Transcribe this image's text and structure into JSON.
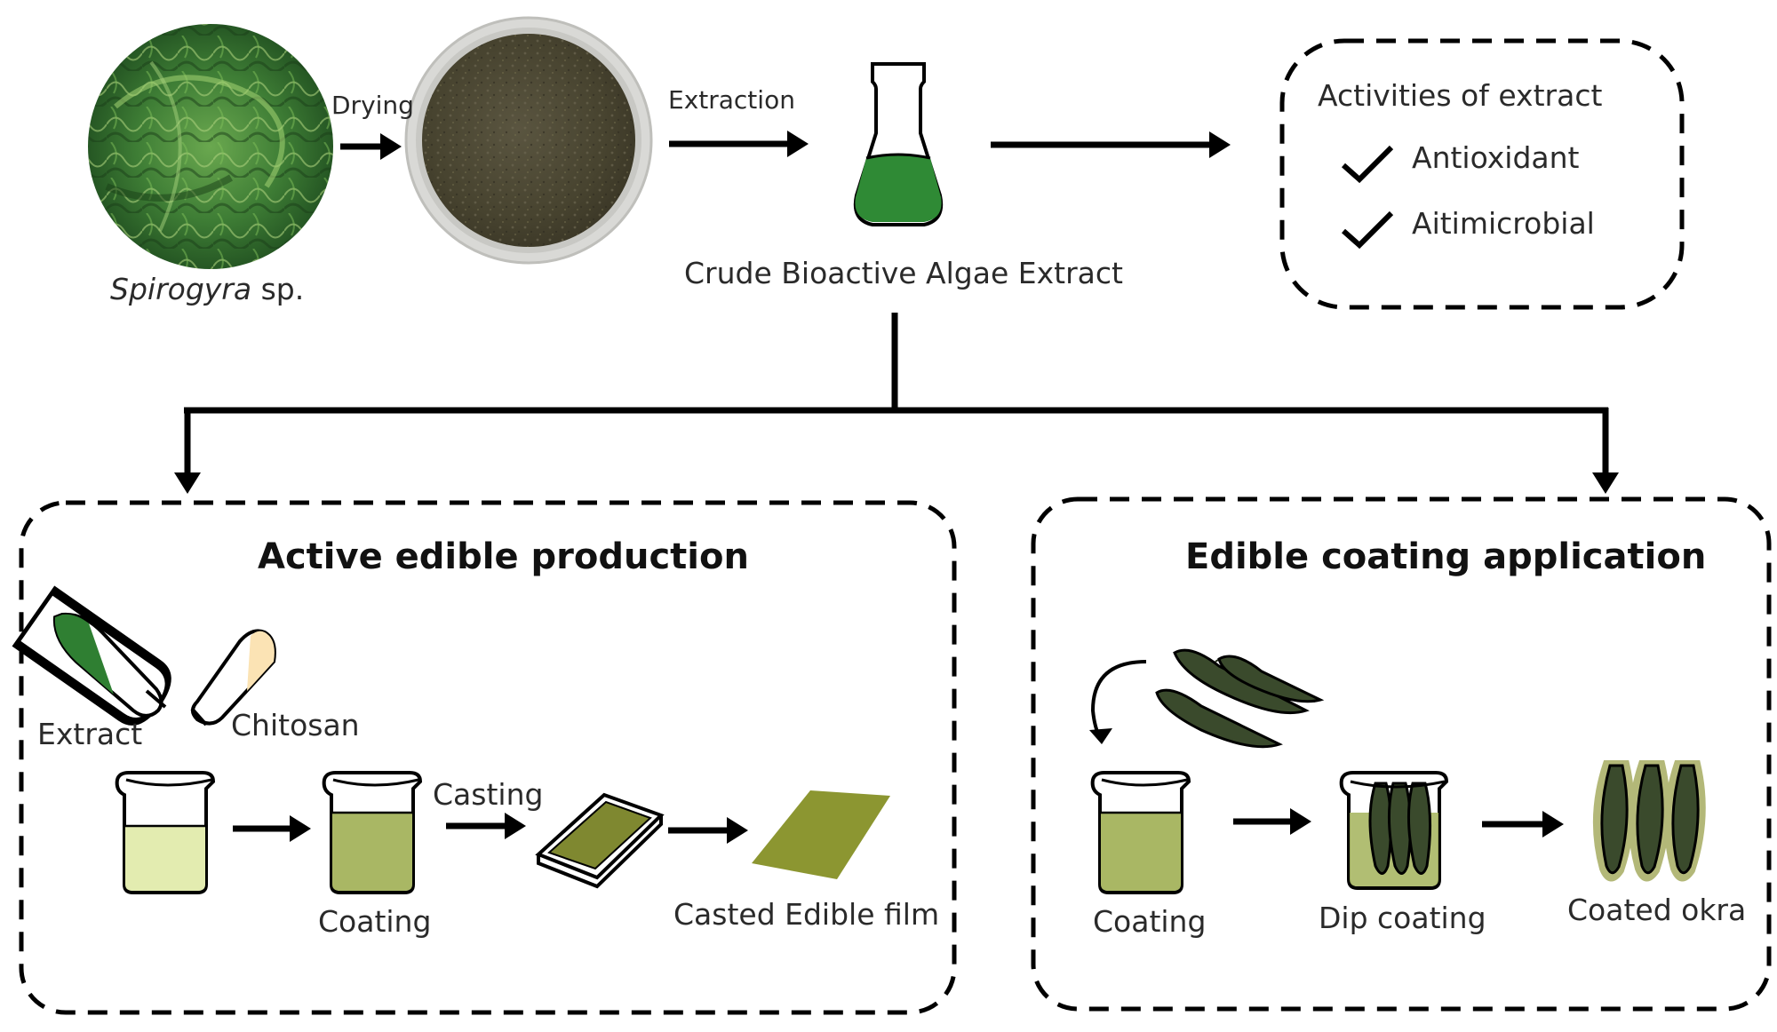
{
  "top": {
    "source_genus": "Spirogyra",
    "source_suffix": " sp.",
    "drying_label": "Drying",
    "extraction_label": "Extraction",
    "extract_name": "Crude Bioactive Algae Extract"
  },
  "activities": {
    "title": "Activities of extract",
    "items": [
      "Antioxidant",
      "Aitimicrobial"
    ]
  },
  "production": {
    "title": "Active edible production",
    "extract_label": "Extract",
    "chitosan_label": "Chitosan",
    "coating_label": "Coating",
    "casting_label": "Casting",
    "film_label": "Casted Edible film"
  },
  "application": {
    "title": "Edible coating application",
    "coating_label": "Coating",
    "dip_label": "Dip coating",
    "result_label": "Coated okra"
  },
  "colors": {
    "algae_green": "#2f7f32",
    "powder_brown": "#4a4634",
    "solution_yellow": "#e3ecb0",
    "coating_green": "#a9b764",
    "film_olive": "#8c9631",
    "okra_dark": "#3a4a2c",
    "chitosan_cream": "#fbe3b4"
  }
}
